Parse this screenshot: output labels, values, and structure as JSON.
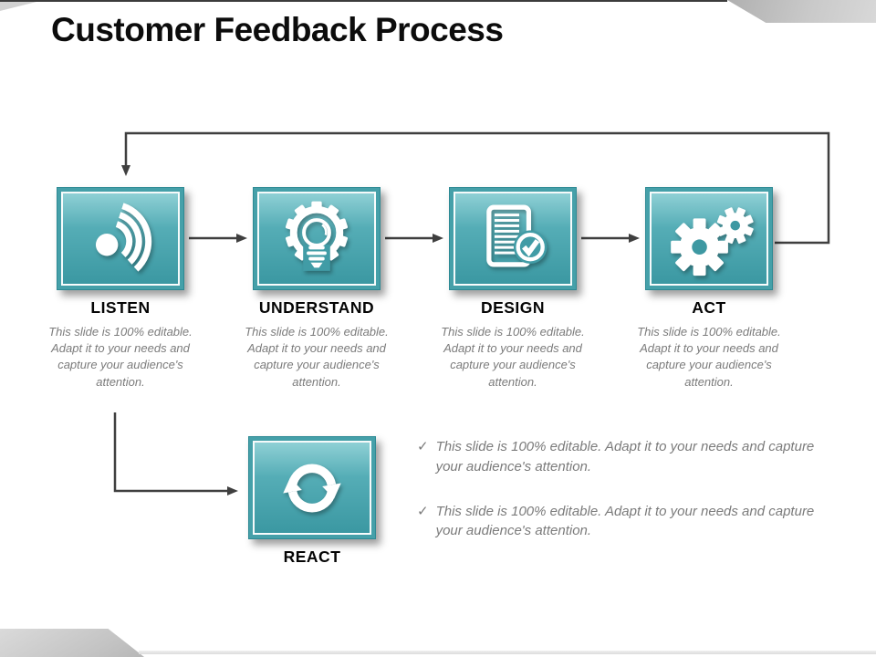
{
  "slide": {
    "title": "Customer Feedback Process",
    "steps": [
      {
        "label": "LISTEN",
        "icon": "broadcast-icon",
        "description": "This slide is 100% editable. Adapt it to your needs and capture your audience's attention."
      },
      {
        "label": "UNDERSTAND",
        "icon": "gear-lightbulb-icon",
        "description": "This slide is 100% editable. Adapt it to your needs and capture your audience's attention."
      },
      {
        "label": "DESIGN",
        "icon": "document-check-icon",
        "description": "This slide is 100% editable. Adapt it to your needs and capture your audience's attention."
      },
      {
        "label": "ACT",
        "icon": "gears-icon",
        "description": "This slide is 100% editable. Adapt it to your needs and capture your audience's attention."
      }
    ],
    "loop_step": {
      "label": "REACT",
      "icon": "refresh-arrows-icon"
    },
    "bullets": [
      {
        "marker": "✓",
        "text": "This slide is 100% editable. Adapt it to your needs and capture your audience's attention."
      },
      {
        "marker": "✓",
        "text": "This slide is 100% editable. Adapt it to your needs and capture your audience's attention."
      }
    ],
    "colors": {
      "box_teal": "#3e9aa4",
      "box_teal_light": "#8fd0d5",
      "box_border": "#2e8a94",
      "connector_gray": "#3f3f3f",
      "body_text_gray": "#7b7b7b",
      "title_black": "#0c0c0c",
      "deco_gray": "#c5c5c5"
    }
  }
}
